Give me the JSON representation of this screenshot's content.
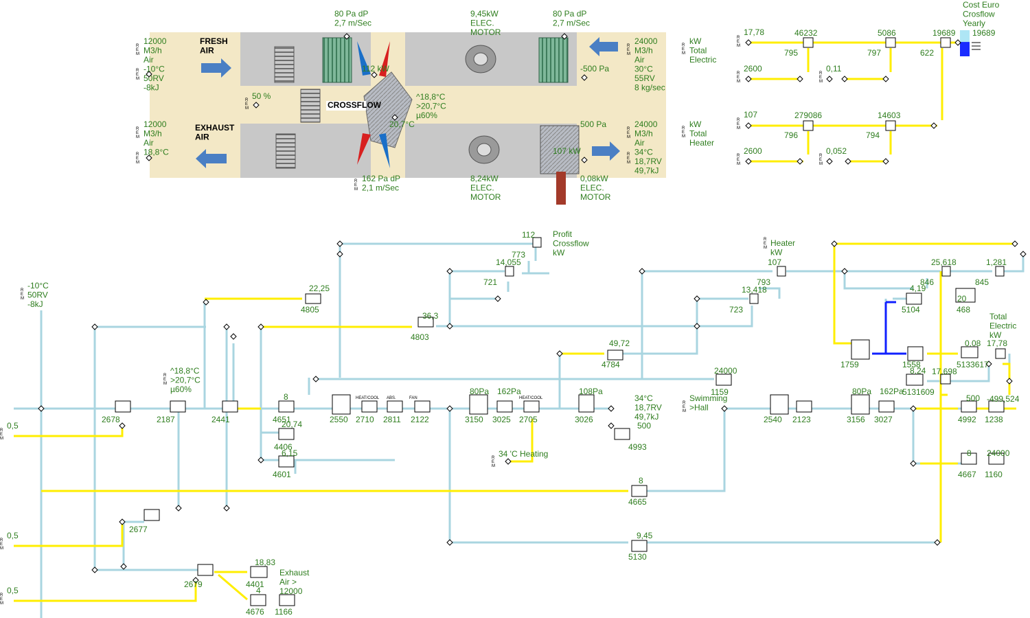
{
  "ahu": {
    "fresh_air_label": [
      "FRESH",
      "AIR"
    ],
    "exhaust_air_label": [
      "EXHAUST",
      "AIR"
    ],
    "crossflow_label": "CROSSFLOW",
    "fresh_in": [
      "12000",
      "M3/h",
      "Air",
      "-10°C",
      "50RV",
      "-8kJ"
    ],
    "exhaust_out": [
      "12000",
      "M3/h",
      "Air",
      "18,8°C"
    ],
    "bypass_pct": "50 %",
    "filter_fresh_dp": [
      "80 Pa dP",
      "2,7 m/Sec"
    ],
    "filter_return_dp": [
      "80 Pa dP",
      "2,7 m/Sec"
    ],
    "motor_supply": [
      "9,45kW",
      "ELEC.",
      "MOTOR"
    ],
    "motor_exhaust": [
      "8,24kW",
      "ELEC.",
      "MOTOR"
    ],
    "motor_pump": [
      "0,08kW",
      "ELEC.",
      "MOTOR"
    ],
    "crossflow_kw": "112 kW",
    "crossflow_out": [
      "^18,8°C",
      ">20,7°C",
      "µ60%"
    ],
    "crossflow_exit_temp": "20,7°C",
    "crossflow_dp": [
      "162 Pa dP",
      "2,1 m/Sec"
    ],
    "return_in": [
      "24000",
      "M3/h",
      "Air",
      "30°C",
      "55RV",
      "8 kg/sec"
    ],
    "return_pressure": "-500 Pa",
    "supply_out": [
      "24000",
      "M3/h",
      "Air",
      "34°C",
      "18,7RV",
      "49,7kJ"
    ],
    "supply_pressure": "500 Pa",
    "heater_kw": "107 kW",
    "total_electric": [
      "kW",
      "Total",
      "Electric"
    ],
    "total_heater": [
      "kW",
      "Total",
      "Heater"
    ]
  },
  "cost": {
    "title": [
      "Cost Euro",
      "Crosflow",
      "Yearly"
    ],
    "bar_value": "19689",
    "bar_fill_fraction": 0.55,
    "r1_in": "17,78",
    "r1_mul": "46232",
    "r1_a": "795",
    "r1_mid": "5086",
    "r1_b": "797",
    "r1_sum": "19689",
    "r1_c": "622",
    "r2_in": "2600",
    "r2_b": "0,11",
    "r3_in": "107",
    "r3_mul": "279086",
    "r3_a": "796",
    "r3_mid": "14603",
    "r3_b": "794",
    "r4_in": "2600",
    "r4_b": "0,052"
  },
  "sim": {
    "input_air": [
      "-10°C",
      "50RV",
      "-8kJ"
    ],
    "mix_out": [
      "^18,8°C",
      ">20,7°C",
      "µ60%"
    ],
    "profit_label": [
      "Profit",
      "Crossflow",
      "kW"
    ],
    "profit_val": "112",
    "profit_a": "773",
    "profit_b": "14,055",
    "profit_c": "721",
    "h1_val": "22,25",
    "h1_id": "4805",
    "h2_val": "36,3",
    "h2_id": "4803",
    "h3_val": "49,72",
    "h3_id": "4784",
    "qm1_val": "8",
    "qm1_id": "4651",
    "t1_val": "20,74",
    "t1_id": "4406",
    "x1_val": "6,15",
    "x1_id": "4601",
    "supply_chain_ids": [
      "2550",
      "2710",
      "2811",
      "2122",
      "3150",
      "3025",
      "2705",
      "3026"
    ],
    "supply_chain_vals": [
      "80Pa",
      "162Pa",
      "108Pa"
    ],
    "chain_labels": [
      "ABS.",
      "FAN",
      "HEAT/COOL",
      "HEAT/COOL"
    ],
    "supply_out": [
      "34°C",
      "18,7RV",
      "49,7kJ"
    ],
    "p1_val": "500",
    "p1_id": "4993",
    "m3h_top_val": "24000",
    "m3h_top_id": "1159",
    "heating_label": "34 'C Heating",
    "swim_label": [
      "Swimming",
      ">Hall"
    ],
    "left_ids": [
      "2678",
      "2187",
      "2441"
    ],
    "heater_label": [
      "Heater",
      "kW"
    ],
    "heater_val": "107",
    "heater_a": "793",
    "heater_b": "13,418",
    "heater_c": "723",
    "right_chain_ids": [
      "2540",
      "2123",
      "3156",
      "3027"
    ],
    "right_chain_vals": [
      "80Pa",
      "162Pa"
    ],
    "v25": "25,618",
    "v846": "846",
    "v1281": "1,281",
    "v845": "845",
    "c_val": "4,19",
    "c_id": "5104",
    "con_val": "20",
    "con_id": "468",
    "flow_id": "1759",
    "pump_id": "1558",
    "total_electric": [
      "Total",
      "Electric",
      "kW"
    ],
    "motor1_val": "0,08",
    "motor1_id": "5133617",
    "te_val": "17,78",
    "motor2_val": "8,24",
    "motor2_id": "5131609",
    "te2_val": "17,698",
    "p2_val": "500",
    "p2_id": "4992",
    "gai_val": "-499,524",
    "gai_id": "1238",
    "qm2_val": "8",
    "qm2_id": "4667",
    "m3h2_val": "24000",
    "m3h2_id": "1160",
    "qm3_val": "8",
    "qm3_id": "4665",
    "motor3_val": "9,45",
    "motor3_id": "5130",
    "ctl2_id": "2677",
    "ctl3_id": "2679",
    "rem_vals": [
      "0,5",
      "0,5",
      "0,5"
    ],
    "t2_val": "18,83",
    "t2_id": "4401",
    "qm4_val": "4",
    "qm4_id": "4676",
    "m3h3_id": "1166",
    "exhaust_label": [
      "Exhaust",
      "Air >",
      "12000"
    ]
  }
}
